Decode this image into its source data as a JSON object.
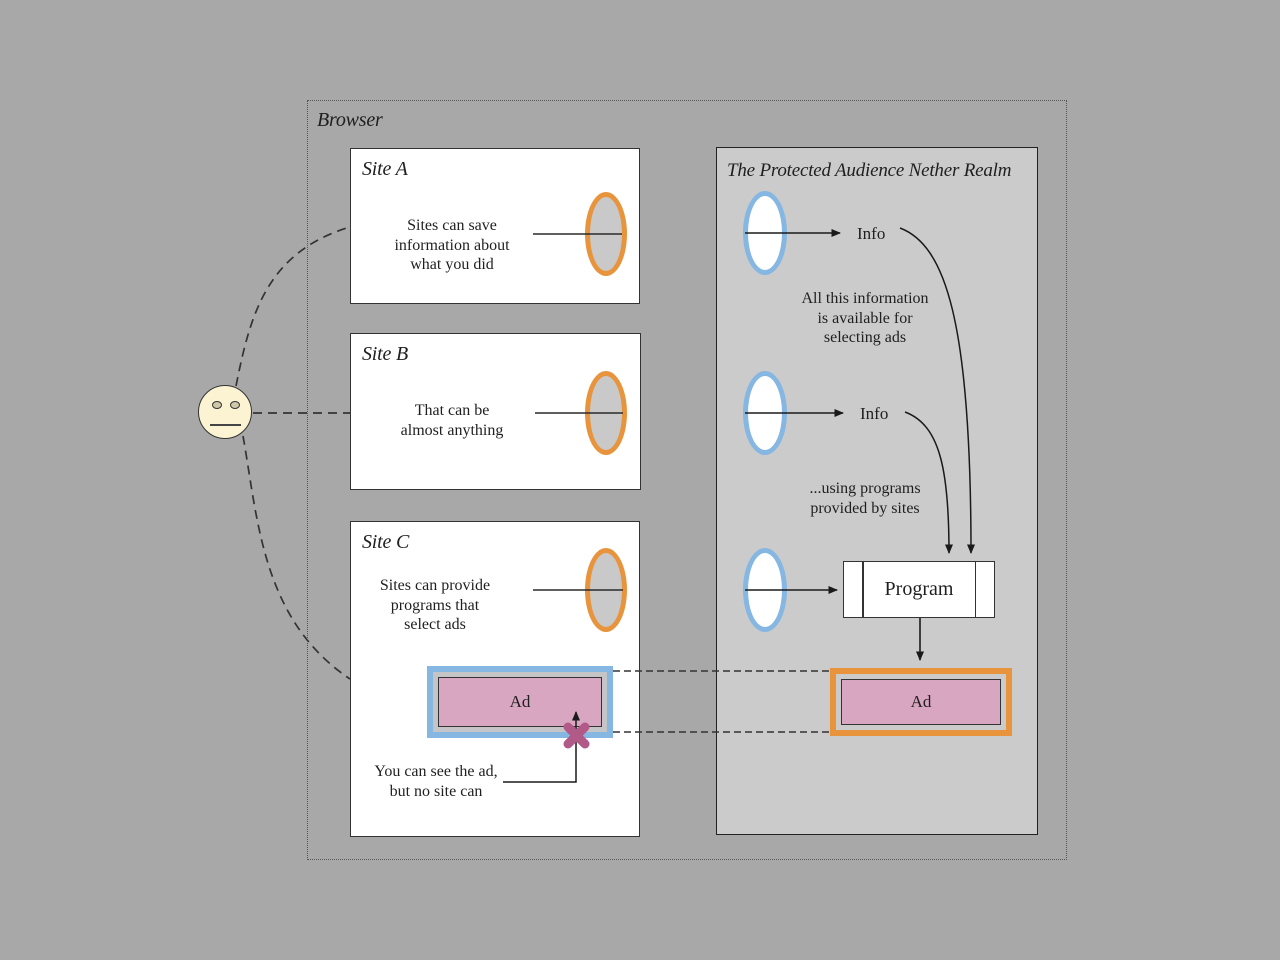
{
  "browser": {
    "label": "Browser"
  },
  "sites": [
    {
      "title": "Site A",
      "lines": [
        "Sites can save",
        "information about",
        "what you did"
      ]
    },
    {
      "title": "Site B",
      "lines": [
        "That can be",
        "almost anything"
      ]
    },
    {
      "title": "Site C",
      "lines": [
        "Sites can provide",
        "programs that",
        "select ads"
      ]
    }
  ],
  "site_c_ad_label": "Ad",
  "see_ad_note": {
    "lines": [
      "You can see the ad,",
      "but no site can"
    ]
  },
  "realm": {
    "title": "The Protected Audience Nether Realm",
    "info_labels": [
      "Info",
      "Info"
    ],
    "available_note": {
      "lines": [
        "All this information",
        "is available for",
        "selecting ads"
      ]
    },
    "programs_note": {
      "lines": [
        "...using programs",
        "provided by sites"
      ]
    },
    "program_label": "Program",
    "ad_label": "Ad"
  },
  "colors": {
    "background": "#a8a8a8",
    "realm_background": "#cbcbcb",
    "portal_orange": "#e8943c",
    "portal_blue": "#85b7e2",
    "ad_pink": "#d9a6c2",
    "x_mark": "#b15987",
    "face_fill": "#fcf3d2",
    "line": "#2a2a2a"
  }
}
